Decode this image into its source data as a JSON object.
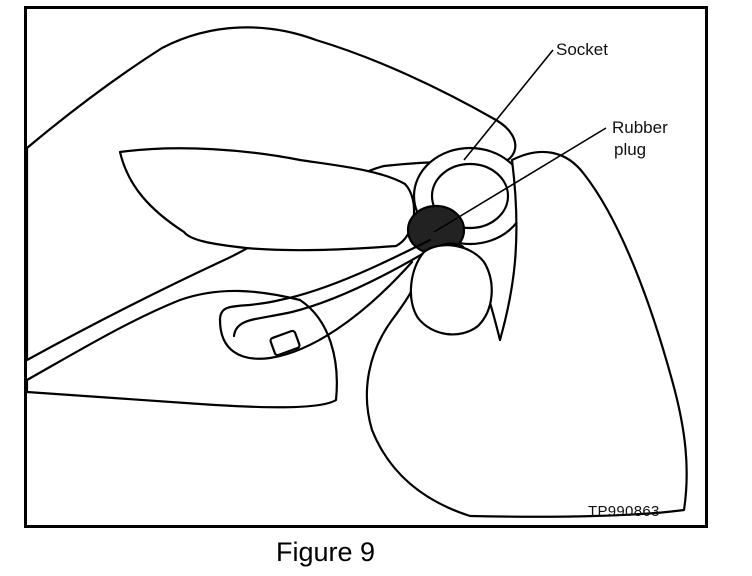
{
  "callouts": {
    "socket": "Socket",
    "rubber_plug_line1": "Rubber",
    "rubber_plug_line2": "plug"
  },
  "figure_code": "TP990863",
  "caption": "Figure 9"
}
